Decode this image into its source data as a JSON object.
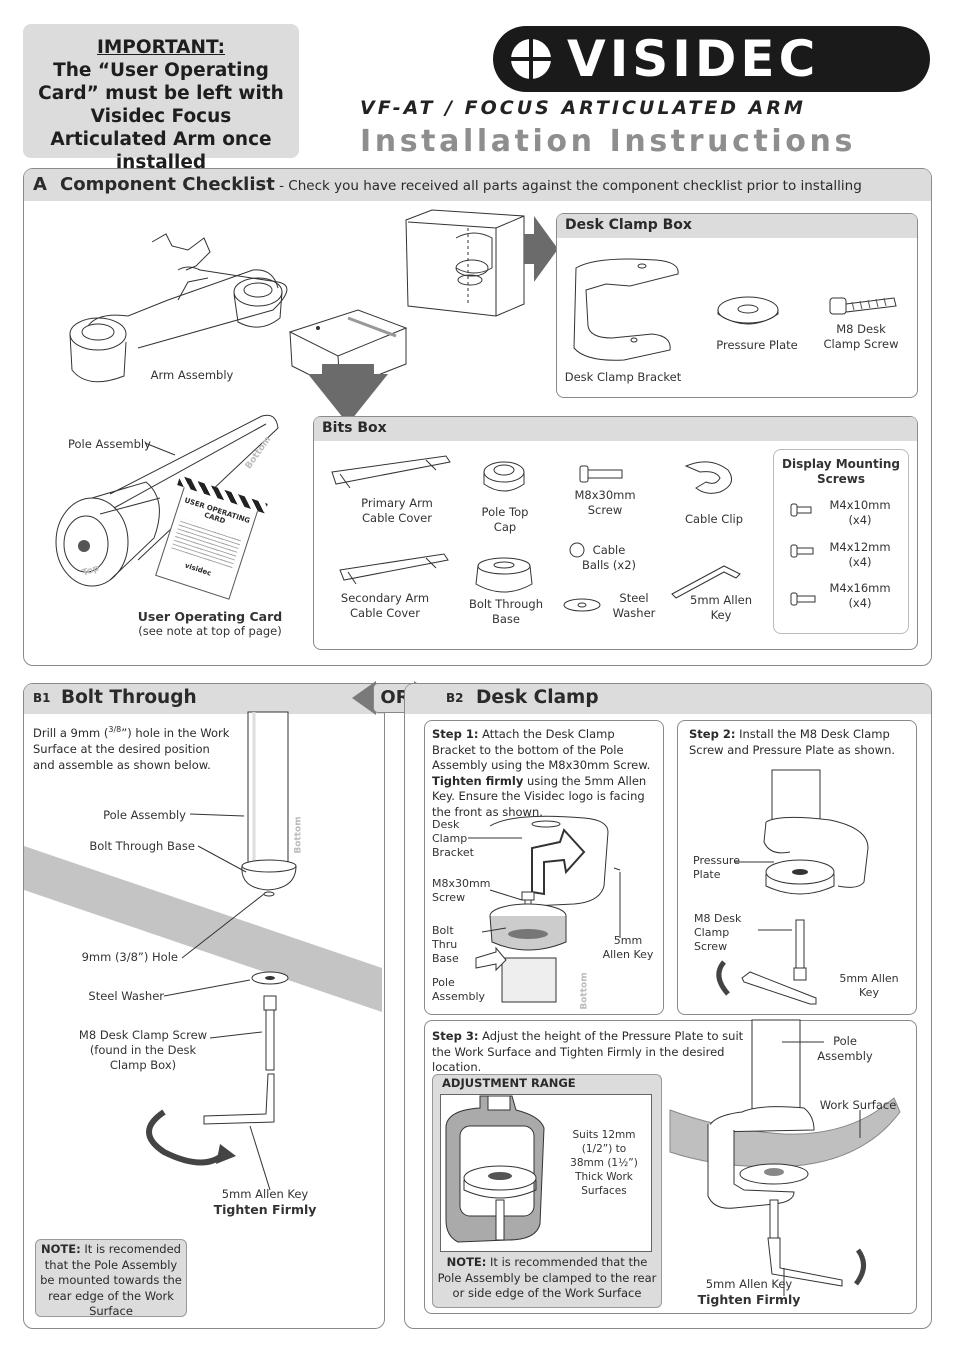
{
  "important": {
    "heading": "IMPORTANT:",
    "body": "The “User Operating Card” must be left with Visidec Focus Articulated Arm once installed"
  },
  "brand": {
    "logo": "VISIDEC",
    "product": "VF-AT / FOCUS ARTICULATED ARM",
    "title": "Installation Instructions"
  },
  "section_a": {
    "letter": "A",
    "title": "Component Checklist",
    "subtitle": " - Check you have received all parts against the component checklist prior to installing",
    "arm_assembly": "Arm Assembly",
    "pole_assembly": "Pole Assembly",
    "pole_bottom": "Bottom",
    "pole_top": "Top",
    "card_title": "USER OPERATING CARD",
    "card_brand": "visidec",
    "user_card": "User Operating Card",
    "user_card_note": "(see note at top of page)",
    "desk_clamp_box": {
      "title": "Desk Clamp Box",
      "bracket": "Desk Clamp Bracket",
      "pressure_plate": "Pressure Plate",
      "screw": "M8 Desk Clamp Screw"
    },
    "bits_box": {
      "title": "Bits Box",
      "primary_cover": "Primary Arm Cable Cover",
      "pole_top_cap": "Pole Top Cap",
      "m8x30": "M8x30mm Screw",
      "cable_clip": "Cable Clip",
      "cable_balls": "Cable Balls (x2)",
      "secondary_cover": "Secondary Arm Cable Cover",
      "bolt_base": "Bolt Through Base",
      "steel_washer": "Steel Washer",
      "allen_key": "5mm Allen Key",
      "display_screws": {
        "title": "Display Mounting Screws",
        "items": [
          {
            "size": "M4x10mm",
            "qty": "(x4)"
          },
          {
            "size": "M4x12mm",
            "qty": "(x4)"
          },
          {
            "size": "M4x16mm",
            "qty": "(x4)"
          }
        ]
      }
    }
  },
  "b1": {
    "badge": "B1",
    "title": "Bolt Through",
    "intro_a": "Drill a 9mm (",
    "intro_frac": "3/8",
    "intro_b": "”) hole in the Work Surface at the desired position and assemble as shown below.",
    "pole": "Pole Assembly",
    "pole_bottom": "Bottom",
    "base": "Bolt Through Base",
    "hole": "9mm (3/8”) Hole",
    "washer": "Steel Washer",
    "screw": "M8 Desk Clamp Screw (found in the Desk Clamp Box)",
    "key": "5mm Allen Key",
    "tighten": "Tighten Firmly",
    "note_label": "NOTE:",
    "note": " It is recomended that the Pole Assembly be mounted towards the rear edge of the Work Surface"
  },
  "or_label": "OR",
  "b2": {
    "badge": "B2",
    "title": "Desk Clamp",
    "step1": {
      "label": "Step 1:",
      "text_a": " Attach the Desk Clamp Bracket to the bottom of the Pole Assembly using the M8x30mm Screw. ",
      "bold": "Tighten firmly",
      "text_b": " using the 5mm Allen Key. Ensure the Visidec logo is facing the front as shown.",
      "bracket": "Desk Clamp Bracket",
      "screw": "M8x30mm Screw",
      "base": "Bolt Thru Base",
      "pole": "Pole Assembly",
      "key": "5mm Allen Key",
      "bottom": "Bottom"
    },
    "step2": {
      "label": "Step 2:",
      "text": " Install the M8 Desk Clamp Screw and Pressure Plate as shown.",
      "plate": "Pressure Plate",
      "screw": "M8 Desk Clamp Screw",
      "key": "5mm Allen Key"
    },
    "step3": {
      "label": "Step 3:",
      "text": " Adjust the height of the Pressure Plate to suit the Work Surface and Tighten Firmly in the desired location.",
      "range_title": "ADJUSTMENT RANGE",
      "suits": "Suits 12mm (1/2”) to 38mm (1½”) Thick Work Surfaces",
      "note_label": "NOTE:",
      "note": " It is recommended that the Pole Assembly be clamped to the rear or side edge of the Work Surface",
      "pole": "Pole Assembly",
      "surface": "Work Surface",
      "key": "5mm Allen Key",
      "tighten": "Tighten Firmly"
    }
  }
}
